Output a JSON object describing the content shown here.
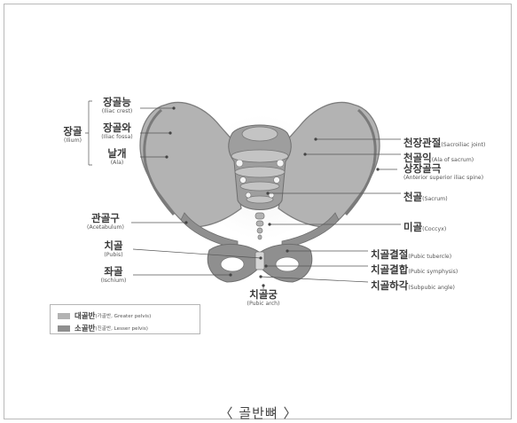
{
  "labels": {
    "iliac_crest": {
      "ko": "장골능",
      "en": "(Iliac crest)"
    },
    "iliac_fossa": {
      "ko": "장골와",
      "en": "(Iliac fossa)"
    },
    "ala": {
      "ko": "날개",
      "en": "(Ala)"
    },
    "ilium": {
      "ko": "장골",
      "en": "(Ilium)"
    },
    "acetabulum": {
      "ko": "관골구",
      "en": "(Acetabulum)"
    },
    "pubis": {
      "ko": "치골",
      "en": "(Pubis)"
    },
    "ischium": {
      "ko": "좌골",
      "en": "(Ischium)"
    },
    "sacroiliac_joint": {
      "ko": "천장관절",
      "en": "(Sacroiliac joint)"
    },
    "ala_of_sacrum": {
      "ko": "천골익",
      "en": "(Ala of sacrum)"
    },
    "asis": {
      "ko": "상장골극",
      "en": "(Anterior superior iliac spine)"
    },
    "sacrum": {
      "ko": "천골",
      "en": "(Sacrum)"
    },
    "coccyx": {
      "ko": "미골",
      "en": "(Coccyx)"
    },
    "pubic_tubercle": {
      "ko": "치골결절",
      "en": "(Pubic tubercle)"
    },
    "pubic_symphysis": {
      "ko": "치골결합",
      "en": "(Pubic symphysis)"
    },
    "subpubic_angle": {
      "ko": "치골하각",
      "en": "(Subpubic angle)"
    },
    "pubic_arch": {
      "ko": "치골궁",
      "en": "(Pubic arch)"
    }
  },
  "legend": {
    "greater": {
      "ko": "대골반",
      "en": "(가골반, Greater pelvis)",
      "color": "#b3b3b3"
    },
    "lesser": {
      "ko": "소골반",
      "en": "(진골반, Lesser pelvis)",
      "color": "#8f8f8f"
    }
  },
  "caption": "〈 골반뼈 〉"
}
